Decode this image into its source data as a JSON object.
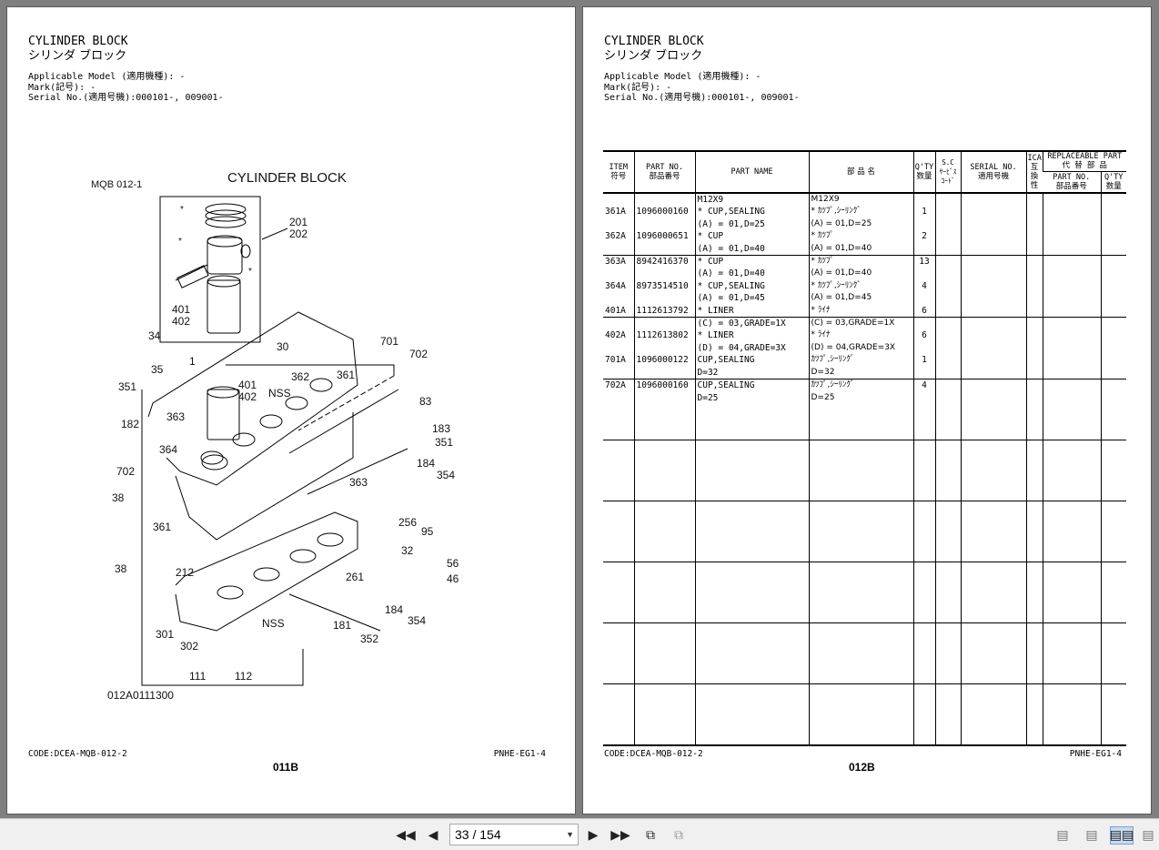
{
  "left": {
    "title_en": "CYLINDER BLOCK",
    "title_jp": "シリンダ ブロック",
    "model_line": "Applicable Model (適用機種): -",
    "mark_line": "Mark(記号): -",
    "serial_line": "Serial No.(適用号機):000101-, 009001-",
    "code": "CODE:DCEA-MQB-012-2",
    "ref": "PNHE-EG1-4",
    "page_no": "011B",
    "diagram": {
      "label_id": "MQB 012-1",
      "title": "CYLINDER BLOCK",
      "footer_code": "012A0111300",
      "callouts": [
        "201",
        "202",
        "401",
        "402",
        "34",
        "35",
        "351",
        "182",
        "1",
        "30",
        "401",
        "402",
        "NSS",
        "362",
        "361",
        "701",
        "702",
        "83",
        "363",
        "364",
        "183",
        "351",
        "184",
        "354",
        "702",
        "38",
        "363",
        "256",
        "95",
        "361",
        "32",
        "56",
        "46",
        "38",
        "212",
        "261",
        "184",
        "354",
        "301",
        "302",
        "NSS",
        "181",
        "352",
        "111",
        "112"
      ]
    }
  },
  "right": {
    "title_en": "CYLINDER BLOCK",
    "title_jp": "シリンダ ブロック",
    "model_line": "Applicable Model (適用機種): -",
    "mark_line": "Mark(記号): -",
    "serial_line": "Serial No.(適用号機):000101-, 009001-",
    "code": "CODE:DCEA-MQB-012-2",
    "ref": "PNHE-EG1-4",
    "page_no": "012B",
    "table": {
      "headers": {
        "item": "ITEM\n符号",
        "part_no": "PART NO.\n部品番号",
        "part_name": "PART NAME",
        "part_name_jp": "部 品 名",
        "qty": "Q'TY\n数量",
        "sc": "S.C\nｻｰﾋﾞｽ\nｺｰﾄﾞ",
        "serial": "SERIAL NO.\n適用号機",
        "ica": "ICA\n互\n換\n性",
        "replaceable": "REPLACEABLE PART\n代 替 部 品",
        "rep_part_no": "PART NO.\n部品番号",
        "rep_qty": "Q'TY\n数量"
      },
      "groups": [
        {
          "item": "\n361A\n\n362A\n",
          "part_no": "\n1096000160\n\n1096000651\n",
          "name": "M12X9\n* CUP,SEALING\n(A) = 01,D=25\n* CUP\n(A) = 01,D=40",
          "name_jp": "M12X9\n* ｶﾂﾌﾟ,ｼｰﾘﾝｸﾞ\n(A) = 01,D=25\n* ｶﾂﾌﾟ\n(A) = 01,D=40",
          "qty": "\n1\n\n2\n"
        },
        {
          "item": "363A\n\n364A\n\n401A",
          "part_no": "8942416370\n\n8973514510\n\n1112613792",
          "name": "* CUP\n(A) = 01,D=40\n* CUP,SEALING\n(A) = 01,D=45\n* LINER",
          "name_jp": "* ｶﾂﾌﾟ\n(A) = 01,D=40\n* ｶﾂﾌﾟ,ｼｰﾘﾝｸﾞ\n(A) = 01,D=45\n* ﾗｲﾅ",
          "qty": "13\n\n4\n\n6"
        },
        {
          "item": "\n402A\n\n701A\n",
          "part_no": "\n1112613802\n\n1096000122\n",
          "name": "(C) = 03,GRADE=1X\n* LINER\n(D) = 04,GRADE=3X\nCUP,SEALING\nD=32",
          "name_jp": "(C) = 03,GRADE=1X\n* ﾗｲﾅ\n(D) = 04,GRADE=3X\nｶﾂﾌﾟ,ｼｰﾘﾝｸﾞ\nD=32",
          "qty": "\n6\n\n1\n"
        },
        {
          "item": "702A",
          "part_no": "1096000160",
          "name": "CUP,SEALING\nD=25",
          "name_jp": "ｶﾂﾌﾟ,ｼｰﾘﾝｸﾞ\nD=25",
          "qty": "4"
        },
        {
          "item": "",
          "part_no": "",
          "name": "",
          "name_jp": "",
          "qty": ""
        },
        {
          "item": "",
          "part_no": "",
          "name": "",
          "name_jp": "",
          "qty": ""
        },
        {
          "item": "",
          "part_no": "",
          "name": "",
          "name_jp": "",
          "qty": ""
        },
        {
          "item": "",
          "part_no": "",
          "name": "",
          "name_jp": "",
          "qty": ""
        },
        {
          "item": "",
          "part_no": "",
          "name": "",
          "name_jp": "",
          "qty": ""
        }
      ]
    }
  },
  "toolbar": {
    "first_icon": "first-page-icon",
    "prev_icon": "previous-page-icon",
    "page_indicator": "33 / 154",
    "next_icon": "next-page-icon",
    "last_icon": "last-page-icon",
    "back_icon": "go-back-icon",
    "forward_icon": "go-forward-icon",
    "view_modes": [
      "single-page-view-icon",
      "continuous-view-icon",
      "two-page-view-icon",
      "two-page-continuous-view-icon"
    ]
  }
}
